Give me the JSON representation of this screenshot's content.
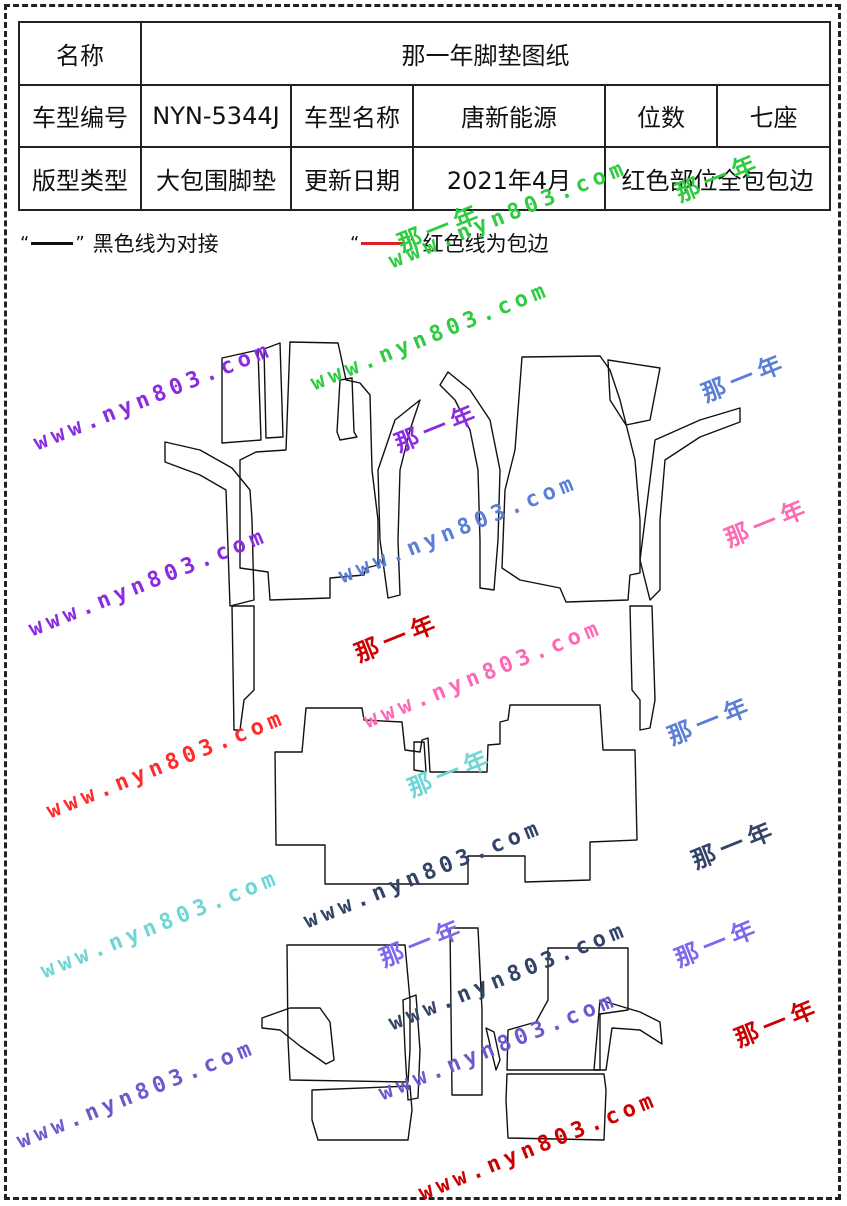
{
  "table": {
    "row1": {
      "label": "名称",
      "value": "那一年脚垫图纸"
    },
    "row2": {
      "c1": "车型编号",
      "c2": "NYN-5344J",
      "c3": "车型名称",
      "c4": "唐新能源",
      "c5": "位数",
      "c6": "七座"
    },
    "row3": {
      "c1": "版型类型",
      "c2": "大包围脚垫",
      "c3": "更新日期",
      "c4": "2021年4月",
      "c5": "红色部位全包包边"
    }
  },
  "legend": {
    "black": {
      "quote_open": "“",
      "quote_close": "”",
      "text": "黑色线为对接",
      "color": "#111111"
    },
    "red": {
      "quote_open": "“",
      "quote_close": "”",
      "text": "红色线为包边",
      "color": "#e02020"
    }
  },
  "watermark": {
    "url": "www.nyn803.com",
    "brand": "那一年",
    "colors": [
      "#8a2be2",
      "#2ecc40",
      "#5b7fd6",
      "#ff69b4",
      "#ff2a2a",
      "#6fd6d6",
      "#334466",
      "#6a5acd",
      "#cc0000",
      "#7b68ee"
    ]
  }
}
